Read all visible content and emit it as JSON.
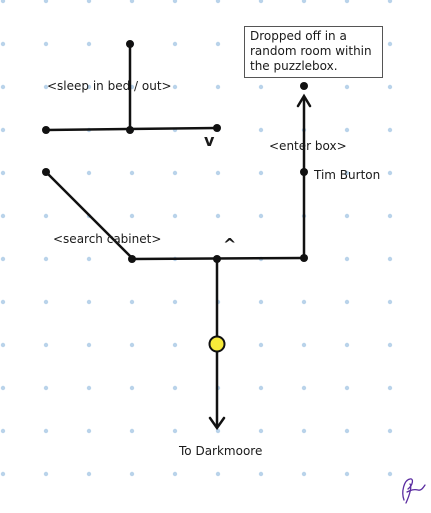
{
  "labels": {
    "sleep": "<sleep in bed / out>",
    "search": "<search cabinet>",
    "enter": "<enter box>",
    "npc": "Tim Burton",
    "exit": "To Darkmoore",
    "note": "Dropped off in a random room within the puzzlebox.",
    "caret_up": "^",
    "caret_down": "v"
  },
  "colors": {
    "grid_dot": "#b9d3ea",
    "line": "#111111",
    "marker_fill": "#f7ea3a",
    "signature": "#5a2ca0"
  },
  "icons": {
    "arrow_up": "arrow-up-icon",
    "arrow_down": "arrow-down-icon",
    "player": "player-marker-icon",
    "signature": "artist-signature-icon"
  }
}
